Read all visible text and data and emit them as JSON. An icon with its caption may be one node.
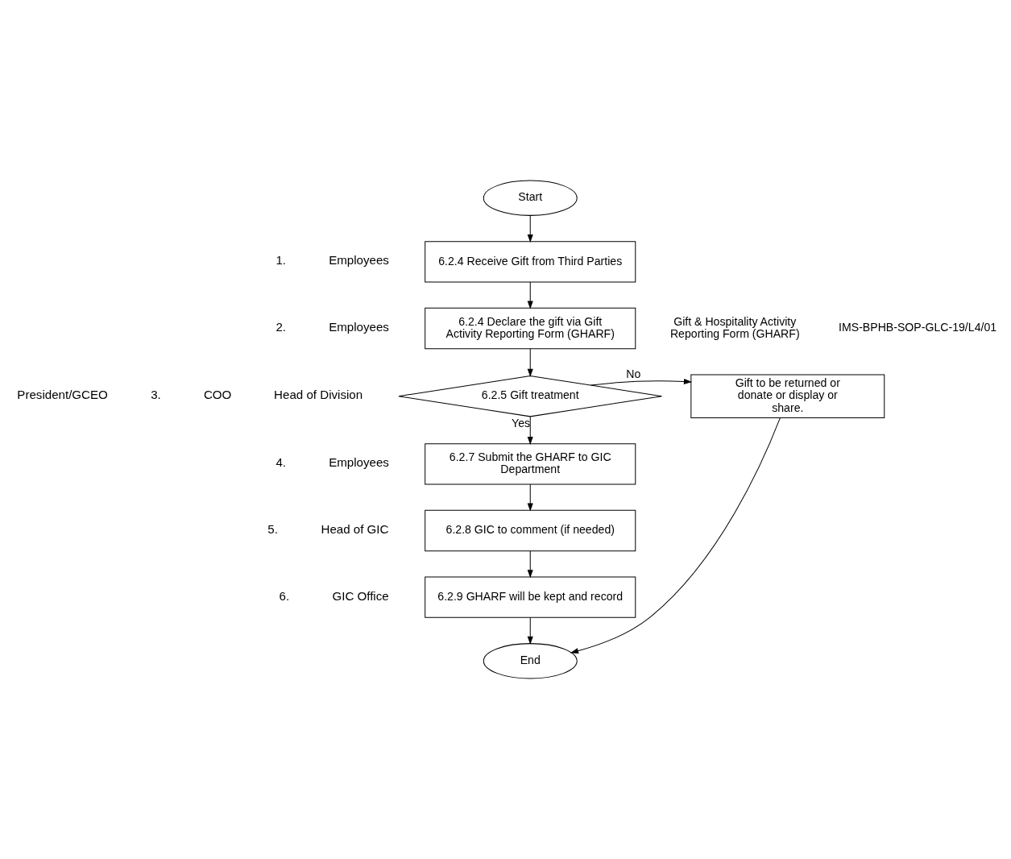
{
  "diagram": {
    "nodes": [
      {
        "text": [
          "Start"
        ]
      },
      {
        "text": [
          "6.2.4 Receive Gift from Third Parties"
        ]
      },
      {
        "text": [
          "6.2.4 Declare the gift via Gift Activity Reporting Form (GHARF)"
        ],
        "beside": [
          "Gift & Hospitality Activity Reporting Form (GHARF)",
          "IMS-BPHB-SOP-GLC-19/L4/01"
        ]
      },
      {
        "text": [
          "6.2.5 Gift treatment"
        ]
      },
      {
        "text": [
          "Gift to be returned or donate or display or share."
        ]
      },
      {
        "text": [
          "6.2.7 Submit the GHARF to GIC Department"
        ]
      },
      {
        "text": [
          "6.2.8 GIC to comment (if needed)"
        ]
      },
      {
        "text": [
          "6.2.9 GHARF will be kept and record"
        ]
      },
      {
        "text": [
          "End"
        ]
      }
    ],
    "edges": [
      {
        "from": 0,
        "to": 1,
        "arrow": "to"
      },
      {
        "from": 1,
        "to": 2,
        "arrow": "to"
      },
      {
        "from": 2,
        "to": 3,
        "arrow": "to"
      },
      {
        "from": 3,
        "to": 4,
        "arrow": "to",
        "label": "No"
      },
      {
        "from": 3,
        "to": 5,
        "arrow": "to",
        "label": "Yes"
      },
      {
        "from": 5,
        "to": 6,
        "arrow": "to"
      },
      {
        "from": 6,
        "to": 7,
        "arrow": "to"
      },
      {
        "from": 7,
        "to": 8,
        "arrow": "to"
      },
      {
        "from": 4,
        "to": 8,
        "arrow": "to"
      }
    ],
    "labels": [
      "1.",
      "Employees",
      "2.",
      "Employees",
      "President/GCEO",
      "3.",
      "COO",
      "Head of Division",
      "4.",
      "Employees",
      "5.",
      "Head of GIC",
      "6.",
      "GIC Office"
    ]
  }
}
